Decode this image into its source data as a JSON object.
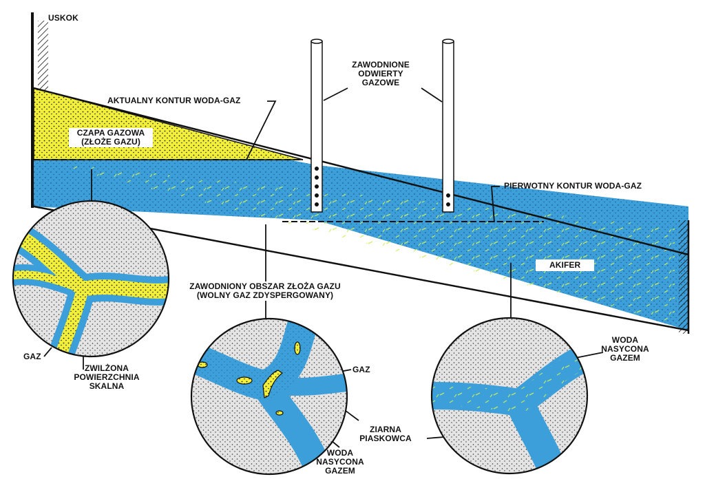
{
  "labels": {
    "fault": "USKOK",
    "watered_wells": [
      "ZAWODNIONE",
      "ODWIERTY",
      "GAZOWE"
    ],
    "current_contact": "AKTUALNY KONTUR WODA-GAZ",
    "gas_cap": [
      "CZAPA GAZOWA",
      "(ZŁOŻE GAZU)"
    ],
    "original_contact": "PIERWOTNY KONTUR WODA-GAZ",
    "aquifer": "AKIFER",
    "flooded_zone": [
      "ZAWODNIONY OBSZAR ZŁOŻA GAZU",
      "(WOLNY GAZ ZDYSPERGOWANY)"
    ],
    "gas_left": "GAZ",
    "wetted_surface": [
      "ZWILŻONA",
      "POWIERZCHNIA",
      "SKALNA"
    ],
    "gas_middle": "GAZ",
    "sand_grains": [
      "ZIARNA",
      "PIASKOWCA"
    ],
    "water_gas_middle": [
      "WODA",
      "NASYCONA",
      "GAZEM"
    ],
    "water_gas_right": [
      "WODA",
      "NASYCONA",
      "GAZEM"
    ]
  },
  "colors": {
    "gas_yellow": "#f2ef3a",
    "water_blue": "#3d9fd9",
    "rock_grey": "#e4e4e4",
    "outline": "#111111"
  }
}
